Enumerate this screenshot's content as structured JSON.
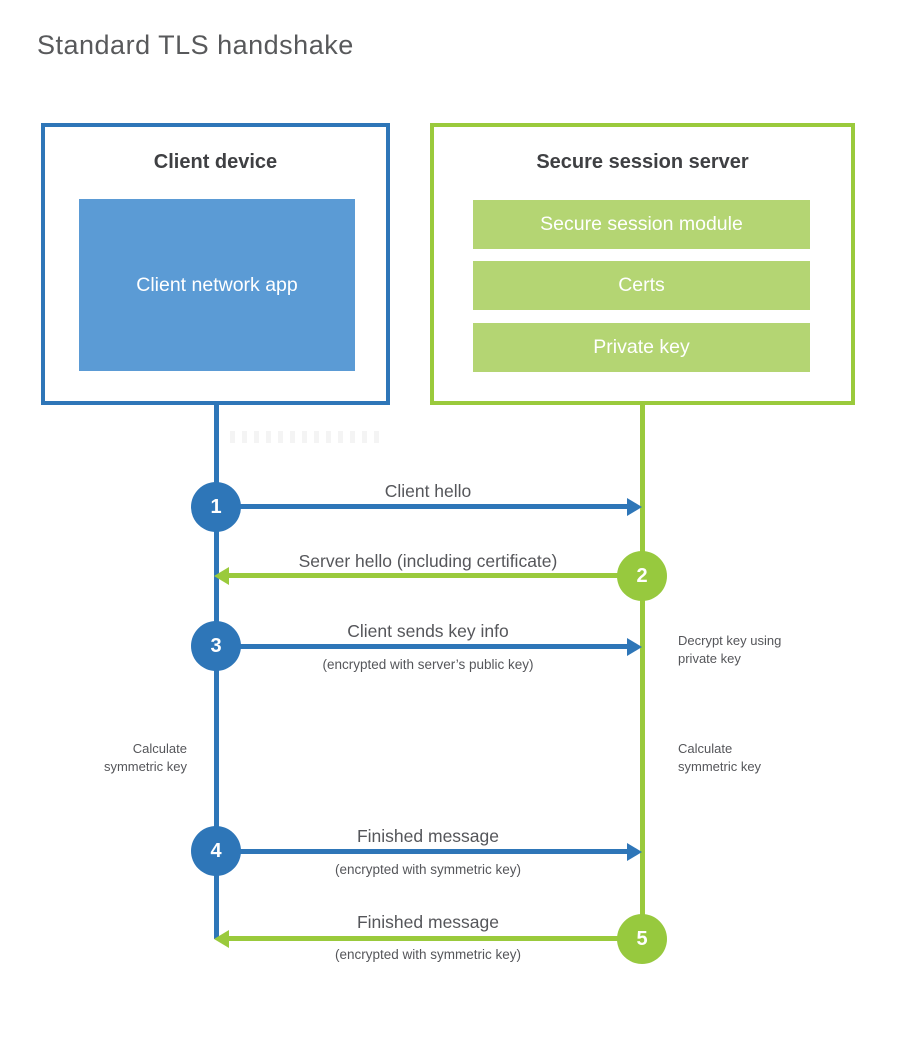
{
  "page": {
    "title": "Standard TLS handshake"
  },
  "colors": {
    "blue": "#2e76b8",
    "blue_light": "#5b9bd5",
    "green": "#9aca3c",
    "green_circle": "#97c93e",
    "green_light": "#b4d573",
    "heading_text": "#3f4043",
    "label_text": "#55565a",
    "title_text": "#58595b"
  },
  "client_box": {
    "title": "Client device",
    "module": "Client network app"
  },
  "server_box": {
    "title": "Secure session server",
    "modules": [
      "Secure session module",
      "Certs",
      "Private key"
    ]
  },
  "steps": [
    {
      "number": "1",
      "direction": "right",
      "color": "blue",
      "label": "Client hello",
      "sublabel": ""
    },
    {
      "number": "2",
      "direction": "left",
      "color": "green",
      "label": "Server hello (including certificate)",
      "sublabel": ""
    },
    {
      "number": "3",
      "direction": "right",
      "color": "blue",
      "label": "Client sends key info",
      "sublabel": "(encrypted with server’s public key)"
    },
    {
      "number": "4",
      "direction": "right",
      "color": "blue",
      "label": "Finished message",
      "sublabel": "(encrypted with symmetric key)"
    },
    {
      "number": "5",
      "direction": "left",
      "color": "green",
      "label": "Finished message",
      "sublabel": "(encrypted with symmetric key)"
    }
  ],
  "notes": {
    "decrypt": "Decrypt key using private key",
    "calc_left": "Calculate symmetric key",
    "calc_right": "Calculate symmetric key"
  }
}
